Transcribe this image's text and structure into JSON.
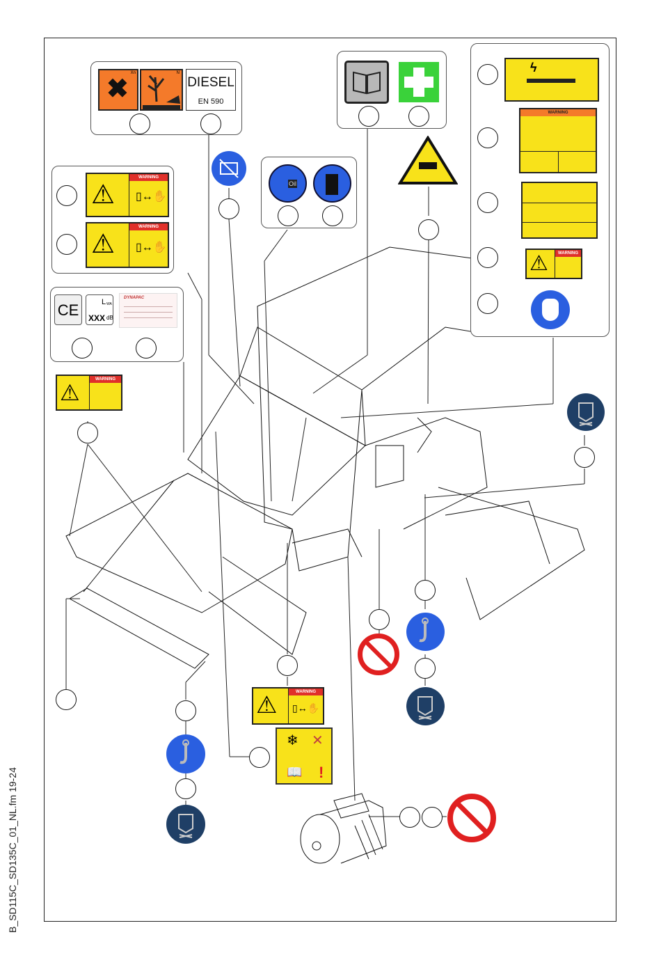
{
  "document": {
    "side_caption": "B_SD115C_SD135C_01_NL.fm 19-24"
  },
  "labels": {
    "diesel_text": "DIESEL",
    "diesel_norm": "EN 590",
    "hazard_code_left": "Xn",
    "hazard_code_right": "N",
    "oil_text": "Oil",
    "ce_mark": "CE",
    "noise_unit": "L",
    "noise_sub": "WA",
    "noise_value": "XXX",
    "noise_db": "dB",
    "brand_plate": "DYNAPAC",
    "warning_text": "WARNING"
  },
  "icons": [
    "harmful-substance-icon",
    "environment-hazard-icon",
    "manual-icon",
    "first-aid-icon",
    "battery-disconnect-icon",
    "engine-oil-icon",
    "fuel-pump-icon",
    "hand-crush-warning-icon",
    "ear-protection-icon",
    "crane-hook-icon",
    "lashing-point-icon",
    "no-pressure-washer-icon",
    "electric-motor-illustration"
  ],
  "colors": {
    "hazard_orange": "#f47a2a",
    "warning_yellow": "#f8e21a",
    "warning_red": "#e0302a",
    "mandatory_blue": "#2a5fe0",
    "lashing_navy": "#1f3f66",
    "first_aid_green": "#3ad23a",
    "prohibition_red": "#e02020"
  }
}
